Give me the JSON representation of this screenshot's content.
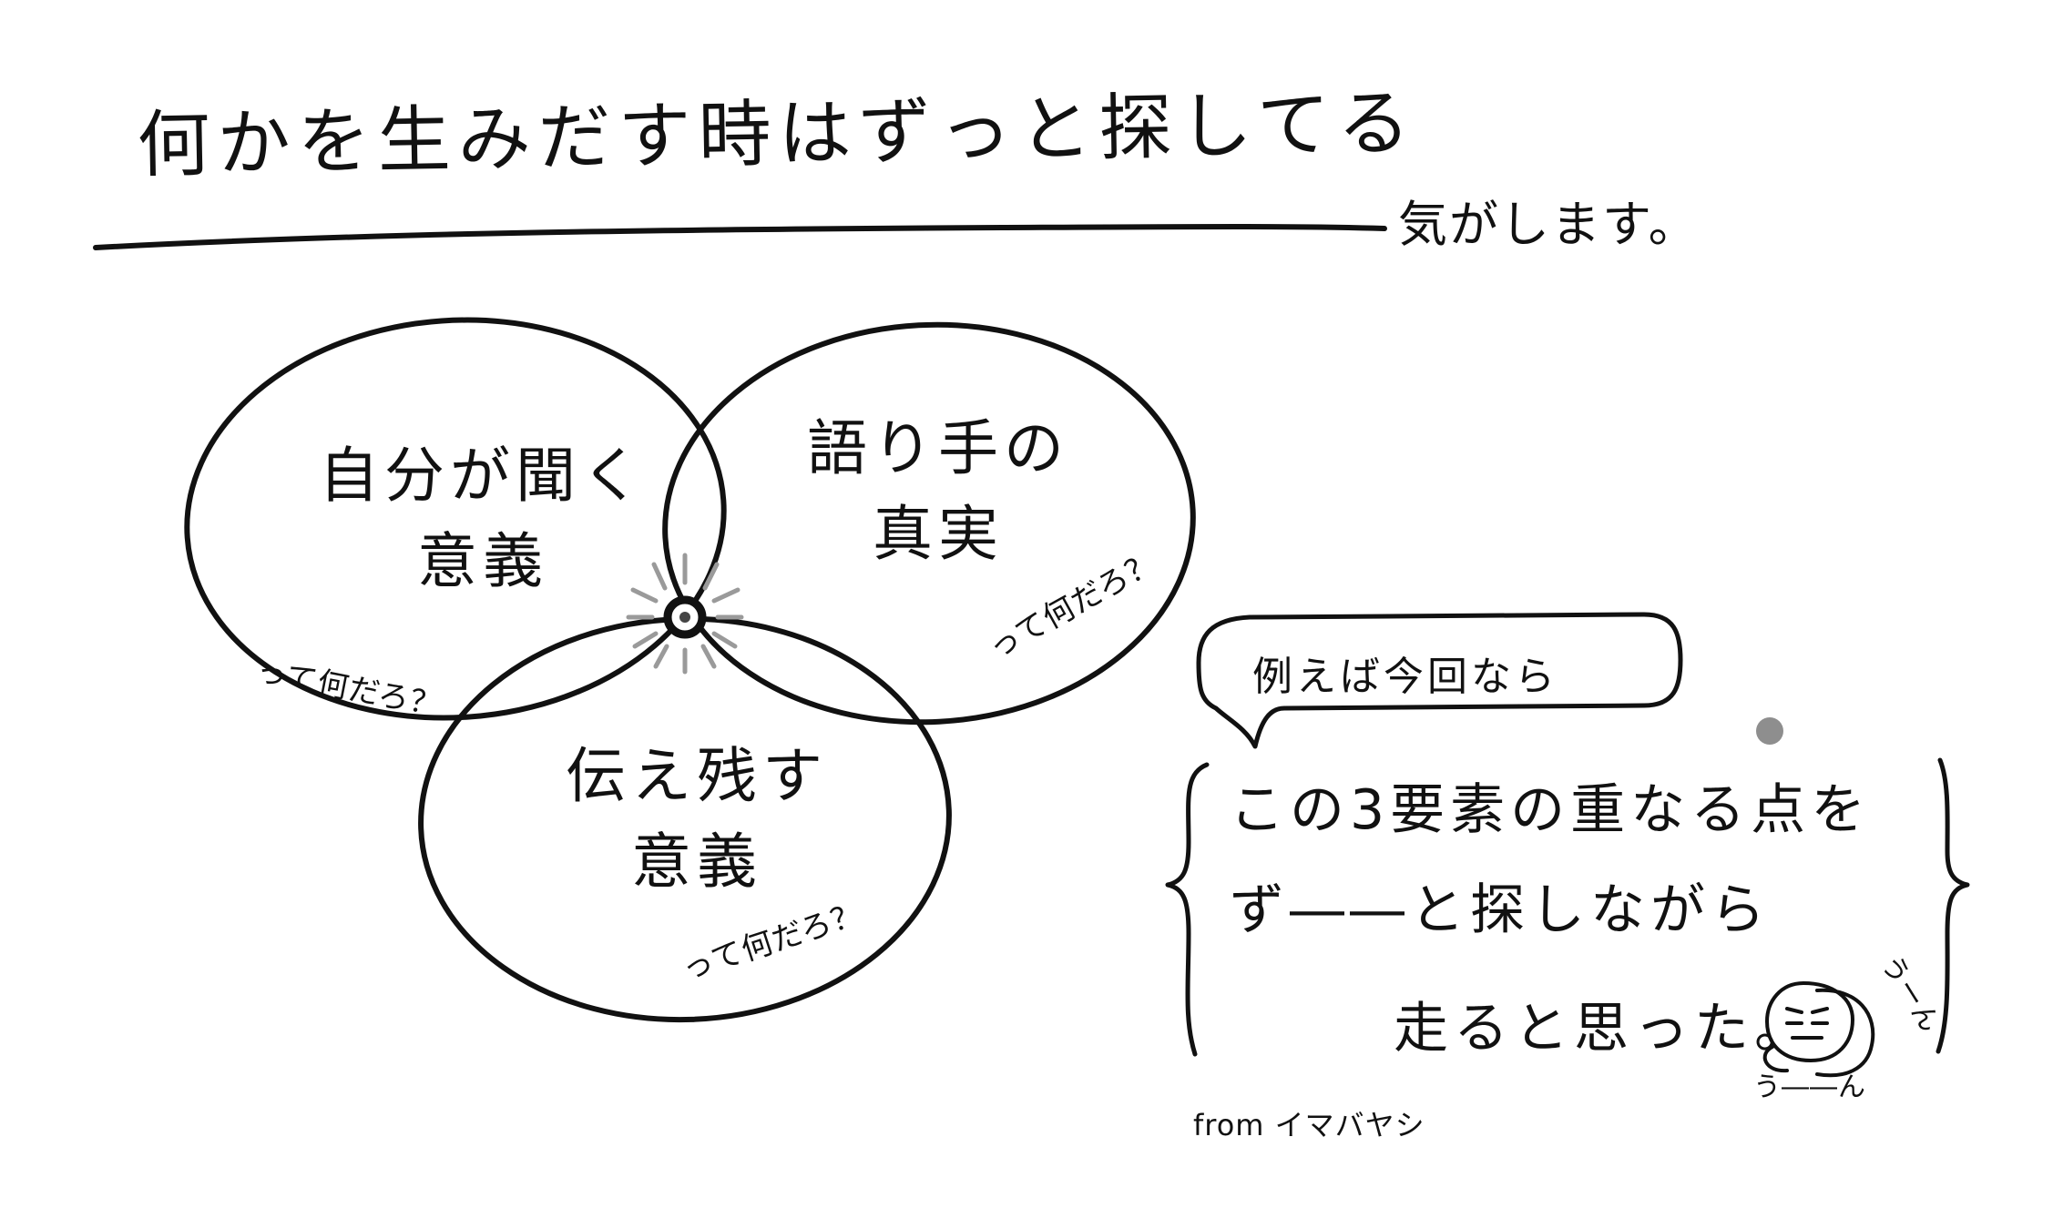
{
  "title": {
    "main": "何かを生みだす時はずっと探してる",
    "tail": "気がします。"
  },
  "circles": [
    {
      "id": "listener",
      "label_line_1": "自分が聞く",
      "label_line_2": "意義",
      "question": "って何だろ？"
    },
    {
      "id": "storyteller",
      "label_line_1": "語り手の",
      "label_line_2": "真実",
      "question": "って何だろ？"
    },
    {
      "id": "legacy",
      "label_line_1": "伝え残す",
      "label_line_2": "意義",
      "question": "って何だろ？"
    }
  ],
  "bubble": {
    "text": "例えば今回なら"
  },
  "bracket": {
    "line_1": "この3要素の重なる点を",
    "line_2": "ず――と探しながら",
    "line_3": "走ると思った。"
  },
  "character": {
    "moan_1": "うーん",
    "moan_2": "う――ん"
  },
  "signature": "from イマバヤシ",
  "colors": {
    "ink": "#111111",
    "spark": "#9a9a9a",
    "spot": "#8e8e8e",
    "paper": "#ffffff"
  },
  "icons": {
    "intersection": "intersection-point-icon",
    "character": "thinking-face-icon"
  }
}
